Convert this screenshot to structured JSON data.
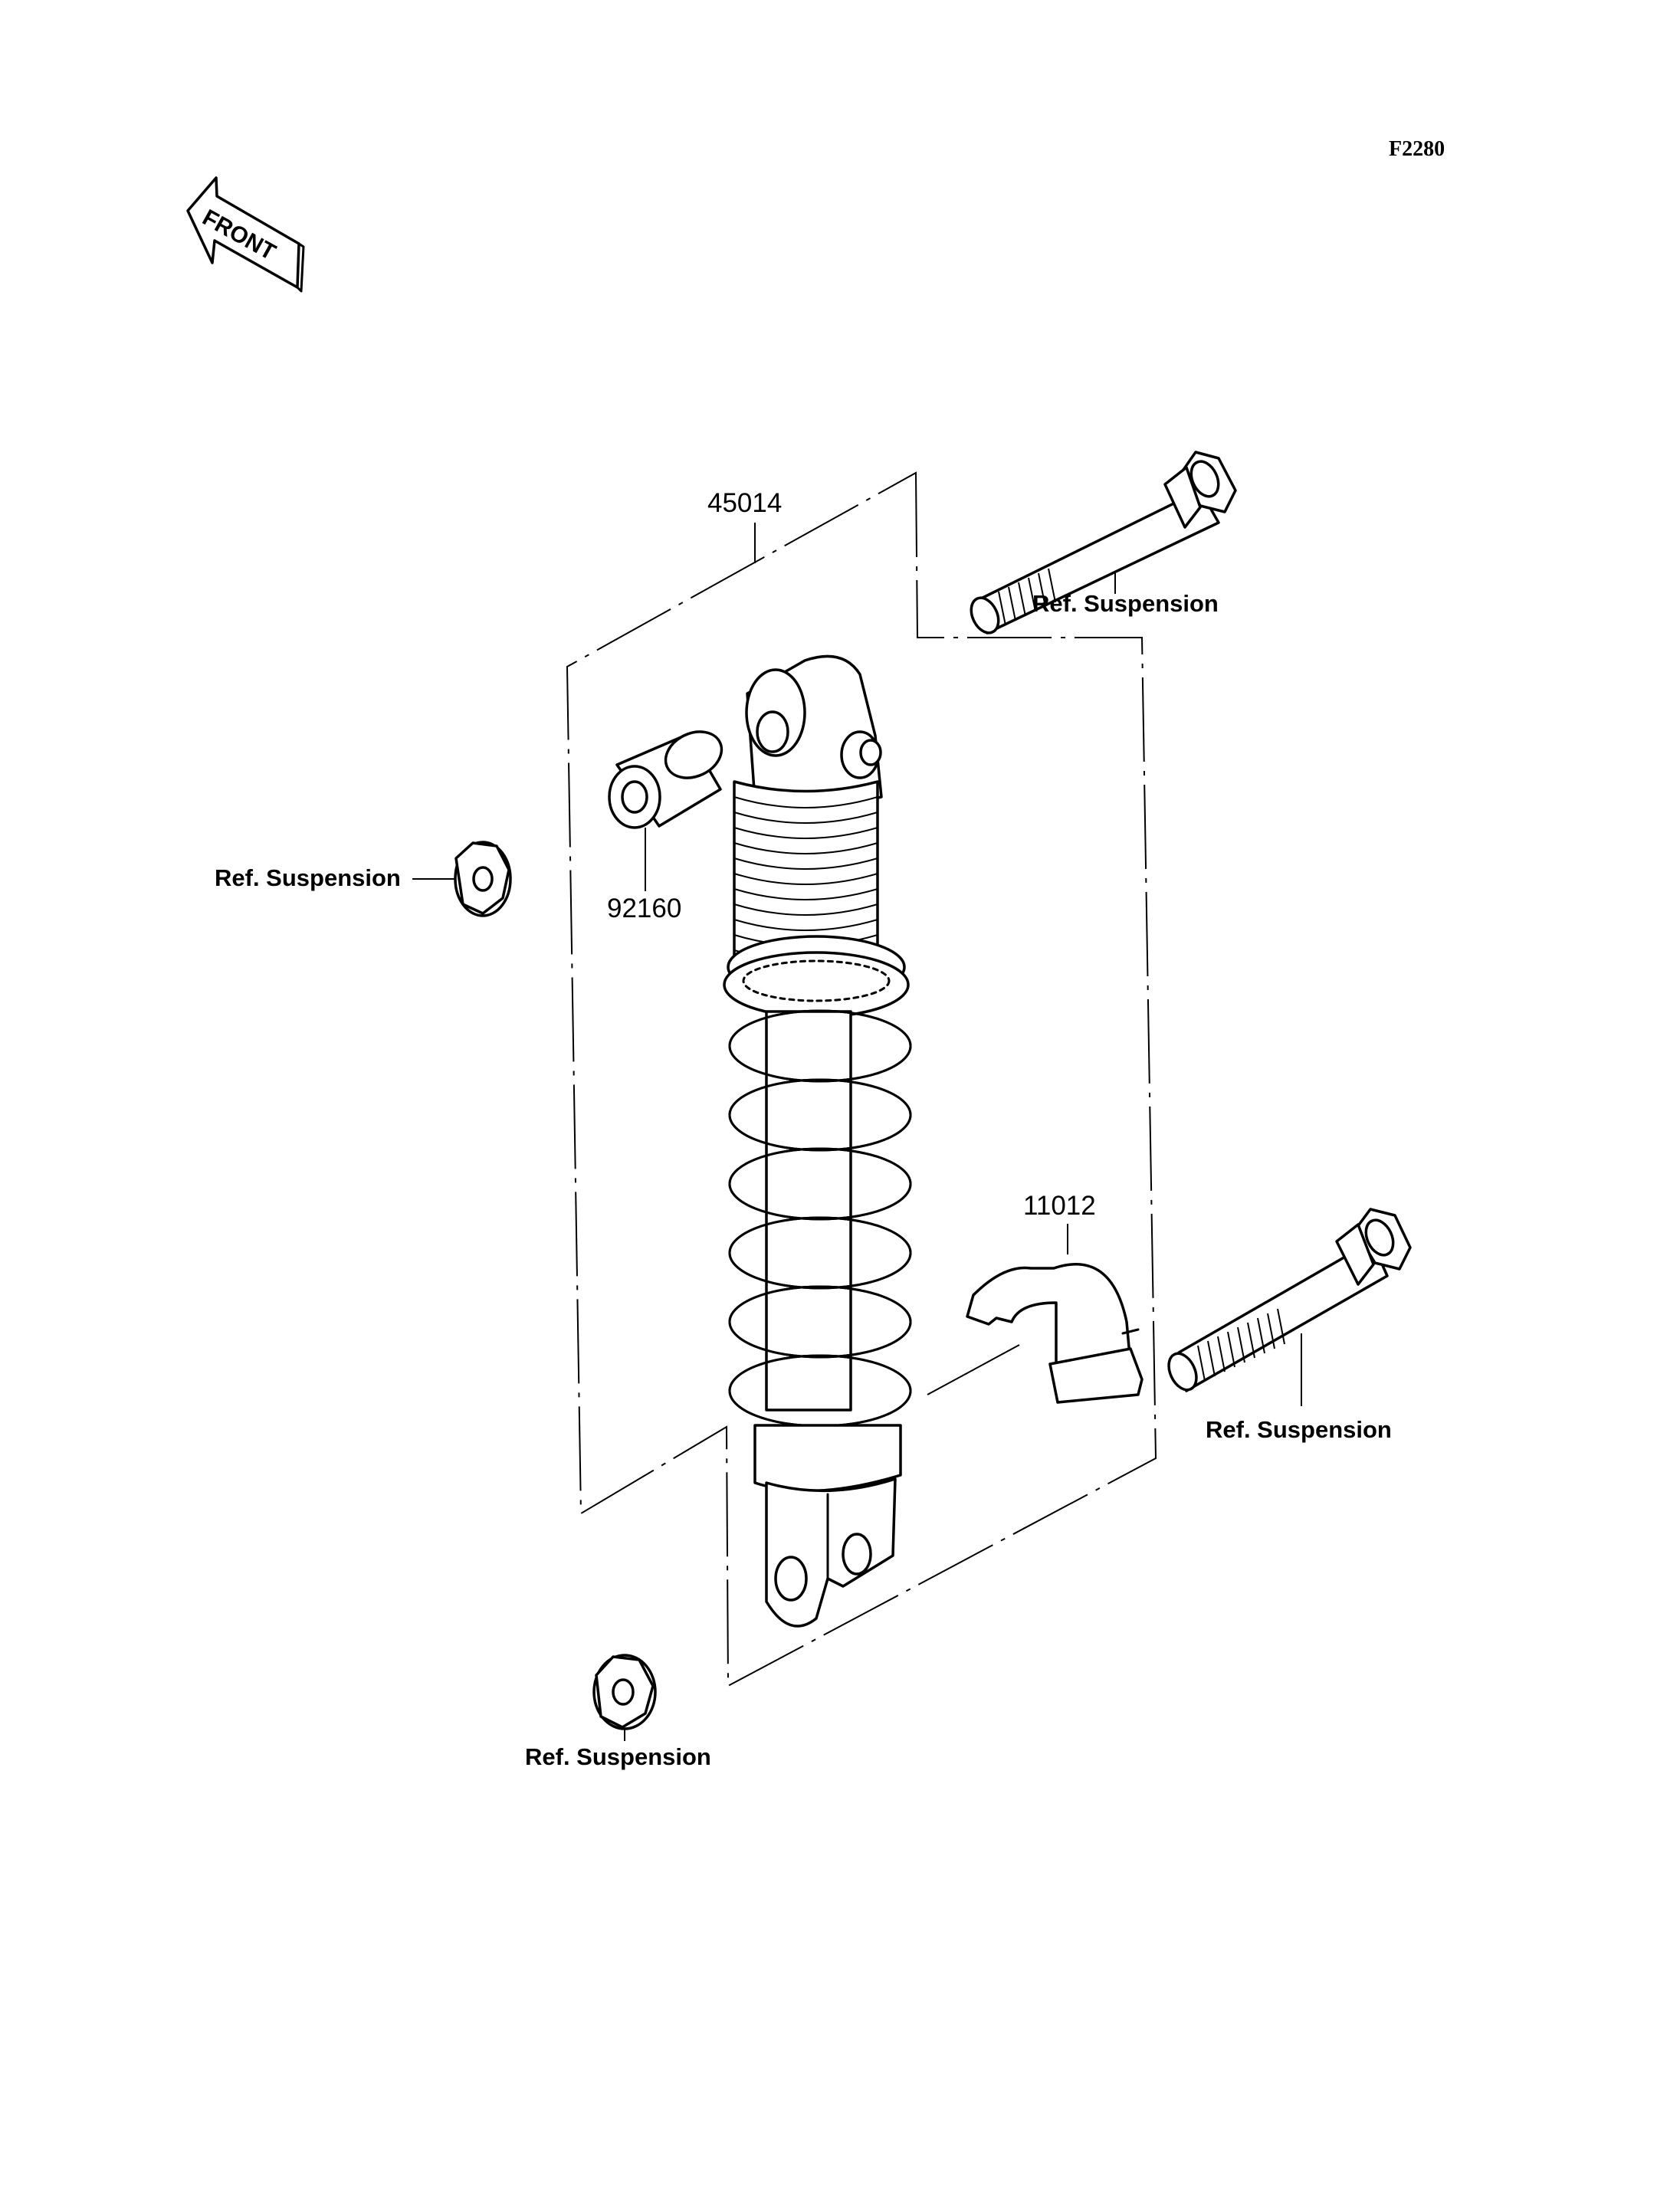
{
  "diagram_code": "F2280",
  "front_label": "FRONT",
  "parts": {
    "shock_absorber": {
      "number": "45014"
    },
    "collar": {
      "number": "92160"
    },
    "clamp": {
      "number": "11012"
    }
  },
  "references": {
    "upper_bolt": "Ref. Suspension",
    "upper_nut": "Ref. Suspension",
    "lower_bolt": "Ref. Suspension",
    "lower_nut": "Ref. Suspension"
  }
}
